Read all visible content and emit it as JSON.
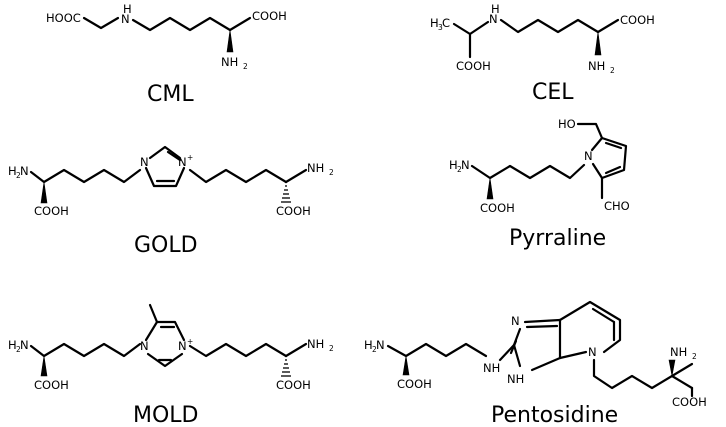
{
  "captions": {
    "cml": "CML",
    "cel": "CEL",
    "gold": "GOLD",
    "pyrraline": "Pyrraline",
    "mold": "MOLD",
    "pentosidine": "Pentosidine"
  },
  "atoms": {
    "cooh": "COOH",
    "hooc": "HOOC",
    "nh": "N",
    "h": "H",
    "nh2": "NH",
    "h2n": "H",
    "n_h2n": "N",
    "sub2": "2",
    "n": "N",
    "plus": "+",
    "ho": "HO",
    "cho": "CHO",
    "h3c": "H",
    "sub3": "3",
    "c": "C",
    "nh_full": "NH"
  }
}
